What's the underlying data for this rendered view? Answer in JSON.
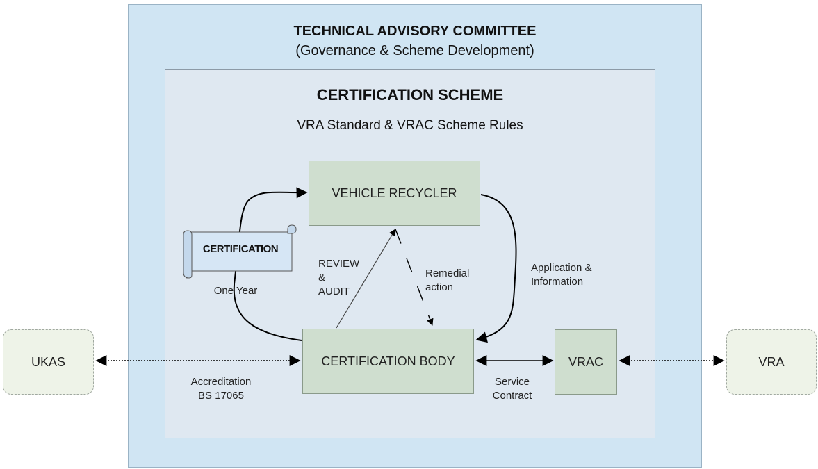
{
  "tac": {
    "title": "TECHNICAL ADVISORY COMMITTEE",
    "subtitle": "(Governance & Scheme Development)"
  },
  "scheme": {
    "title": "CERTIFICATION SCHEME",
    "subtitle": "VRA Standard & VRAC Scheme Rules"
  },
  "nodes": {
    "vehicle_recycler": "VEHICLE RECYCLER",
    "certification_body": "CERTIFICATION BODY",
    "vrac": "VRAC",
    "ukas": "UKAS",
    "vra": "VRA",
    "certification_scroll": "CERTIFICATION"
  },
  "labels": {
    "one_year": "One Year",
    "review_line1": "REVIEW",
    "review_line2": "&",
    "review_line3": "AUDIT",
    "remedial_line1": "Remedial",
    "remedial_line2": "action",
    "application_line1": "Application &",
    "application_line2": "Information",
    "accreditation_line1": "Accreditation",
    "accreditation_line2": "BS 17065",
    "service_line1": "Service",
    "service_line2": "Contract"
  },
  "colors": {
    "outer_fill": "#d0e5f3",
    "inner_fill": "#dfe8f1",
    "node_fill": "#cfdecf",
    "external_fill": "#eef3e8",
    "scroll_fill": "#d6e6f5"
  }
}
